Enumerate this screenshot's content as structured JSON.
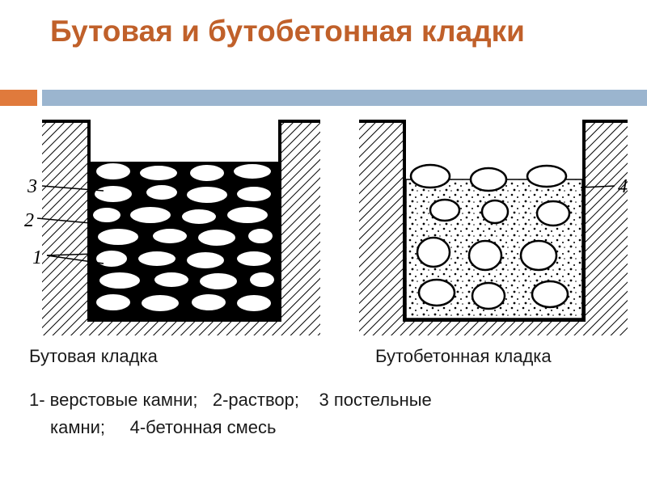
{
  "slide": {
    "title": "Бутовая и бутобетонная кладки",
    "caption_left": "Бутовая кладка",
    "caption_right": "Бутобетонная кладка",
    "legend": {
      "item1": "1- верстовые камни;",
      "item2": "2-раствор;",
      "item3": "3 постельные",
      "item3_cont": "камни;",
      "item4": "4-бетонная смесь"
    },
    "figure_labels": {
      "left_3": "3",
      "left_2": "2",
      "left_1": "1",
      "right_4": "4"
    }
  }
}
